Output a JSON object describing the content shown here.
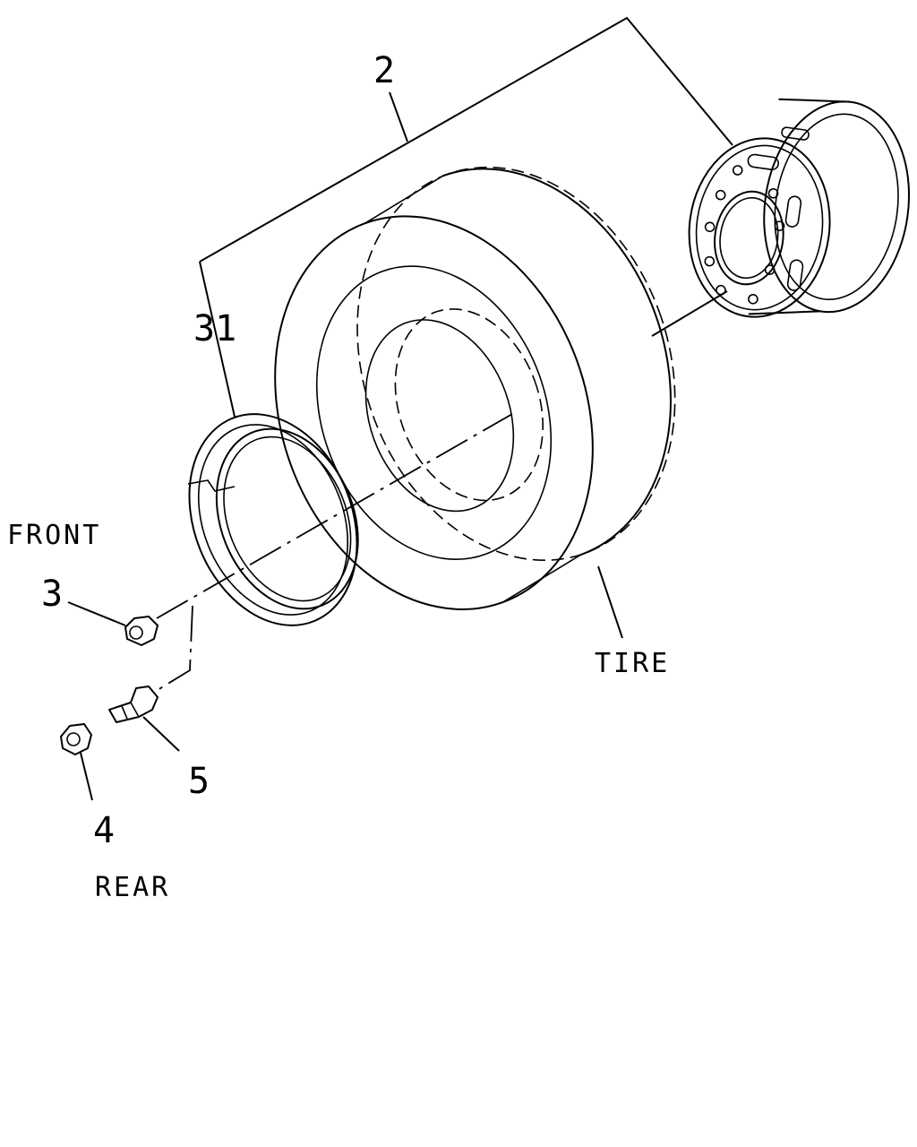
{
  "callouts": {
    "assembly": "2",
    "flap": "31",
    "nut_front": "3",
    "nut_rear": "4",
    "stud": "5"
  },
  "labels": {
    "front": "FRONT",
    "rear": "REAR",
    "tire": "TIRE"
  }
}
